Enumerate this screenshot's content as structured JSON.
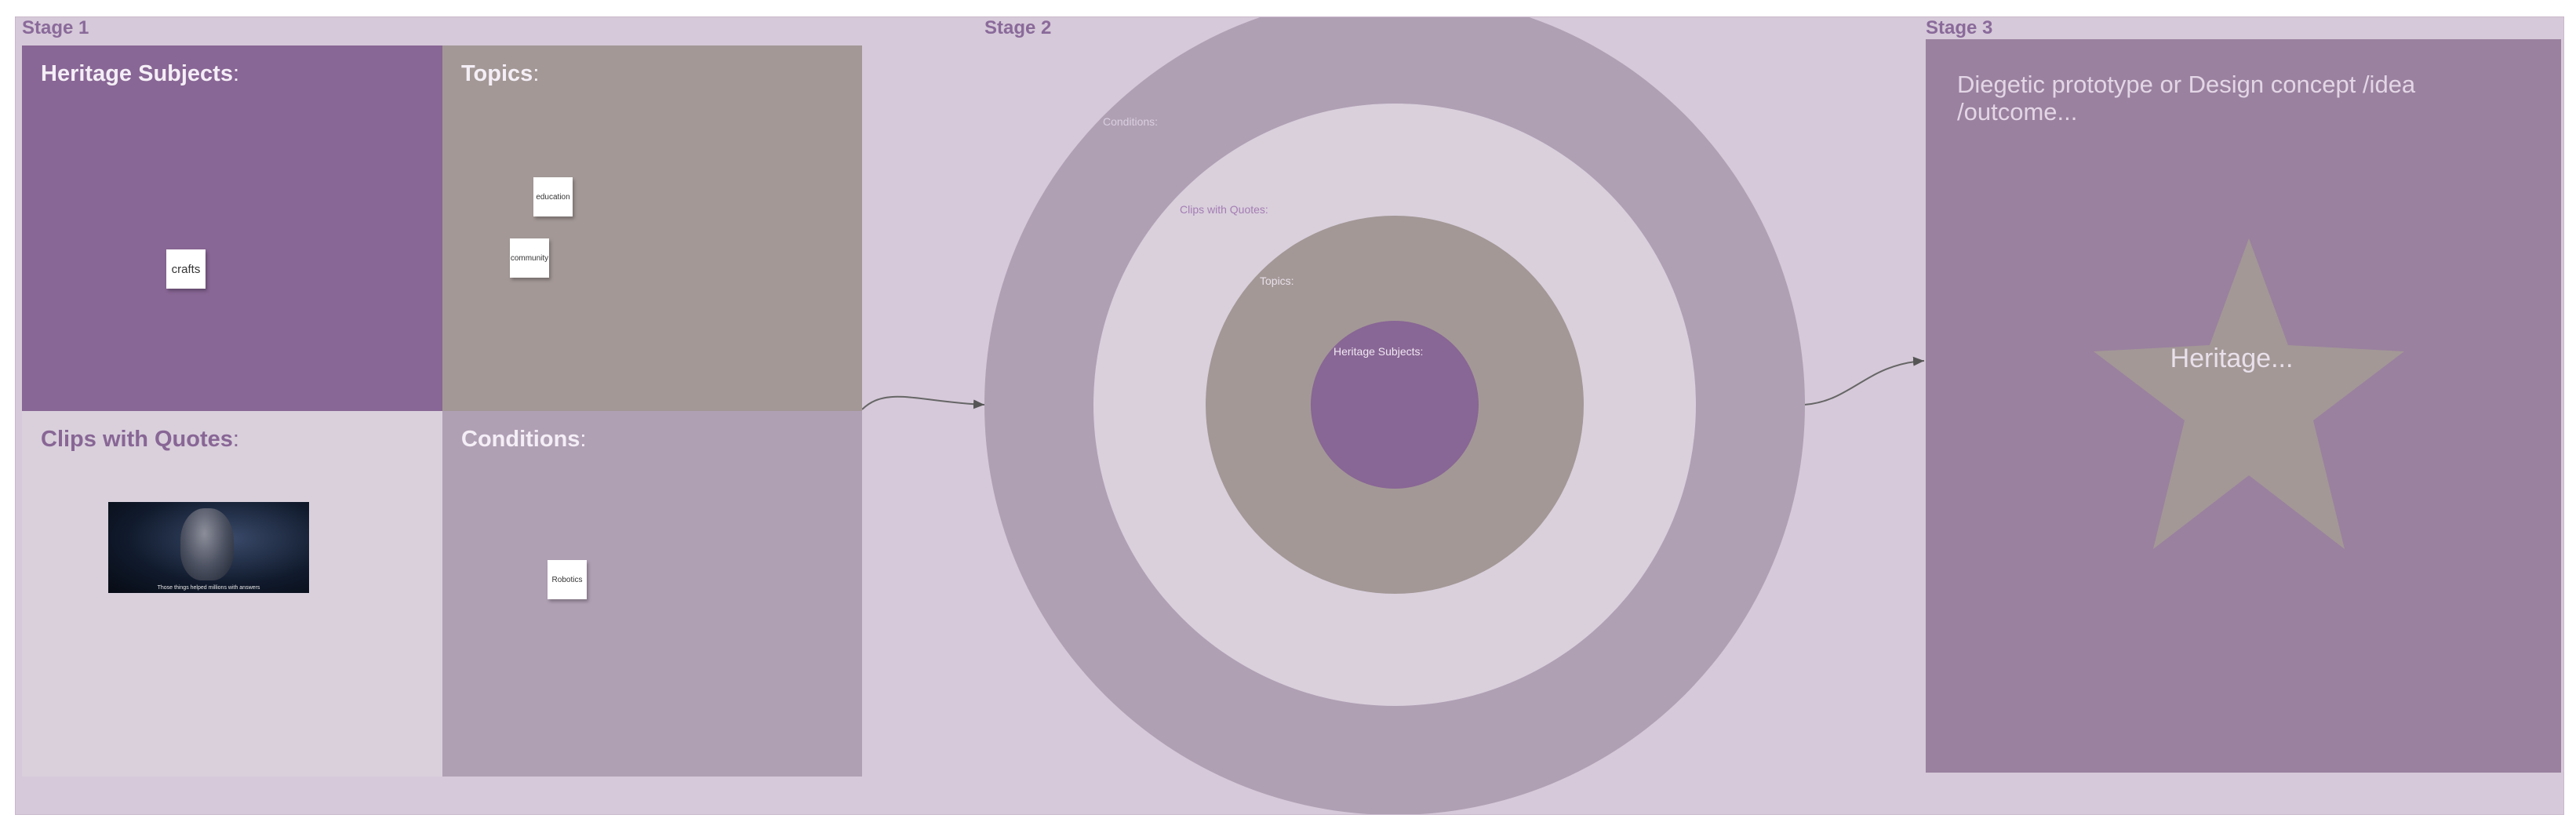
{
  "stages": {
    "stage1": "Stage 1",
    "stage2": "Stage 2",
    "stage3": "Stage 3"
  },
  "stage1": {
    "heritage": {
      "title": "Heritage Subjects",
      "colon": ":",
      "stickies": [
        "crafts"
      ]
    },
    "topics": {
      "title": "Topics",
      "colon": ":",
      "stickies": [
        "education",
        "community"
      ]
    },
    "clips": {
      "title": "Clips with Quotes",
      "colon": ":",
      "clip_caption": "Those things helped millions with answers"
    },
    "conditions": {
      "title": "Conditions",
      "colon": ":",
      "stickies": [
        "Robotics"
      ]
    }
  },
  "stage2": {
    "rings": {
      "conditions": "Conditions:",
      "clips": "Clips with Quotes:",
      "topics": "Topics:",
      "heritage": "Heritage Subjects:"
    }
  },
  "stage3": {
    "title": "Diegetic prototype or Design concept /idea /outcome...",
    "star_label": "Heritage..."
  },
  "colors": {
    "board": "#d6c9d9",
    "heritage": "#886695",
    "topics": "#a39896",
    "clips": "#d9d0dc",
    "conditions": "#b0a0b4",
    "stage3": "#9a819f",
    "accent_text": "#8a6a9a"
  }
}
